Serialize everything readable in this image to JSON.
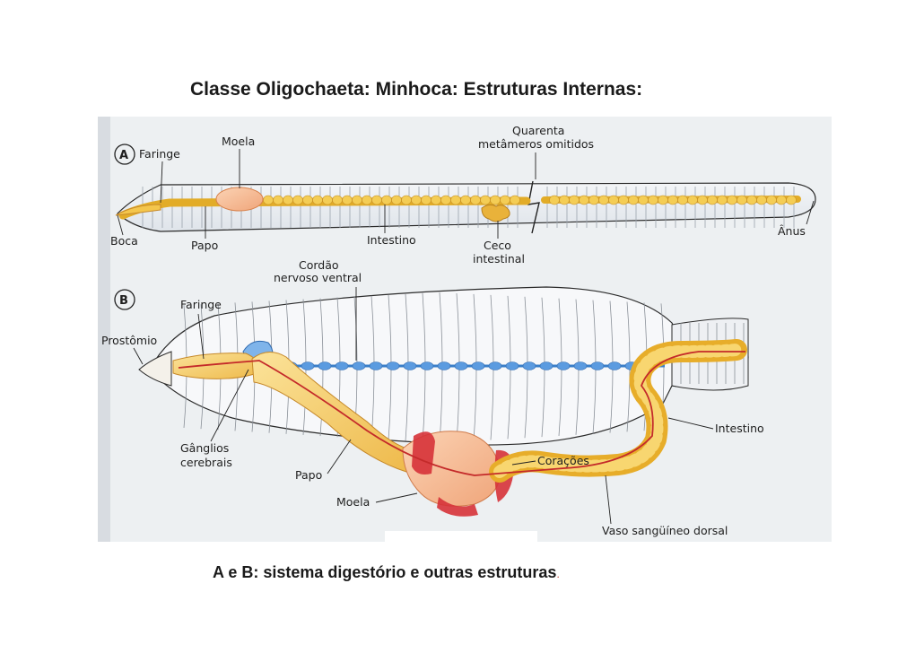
{
  "title": "Classe Oligochaeta: Minhoca: Estruturas Internas:",
  "caption": {
    "text": "A e B: sistema digestório e outras estruturas",
    "dot": "."
  },
  "panel_a": {
    "badge": "A",
    "labels": {
      "faringe": "Faringe",
      "moela": "Moela",
      "quarenta_1": "Quarenta",
      "quarenta_2": "metâmeros omitidos",
      "boca": "Boca",
      "papo": "Papo",
      "intestino": "Intestino",
      "ceco_1": "Ceco",
      "ceco_2": "intestinal",
      "anus": "Ânus"
    }
  },
  "panel_b": {
    "badge": "B",
    "labels": {
      "cordao_1": "Cordão",
      "cordao_2": "nervoso ventral",
      "faringe": "Faringe",
      "prostomio": "Prostômio",
      "ganglios_1": "Gânglios",
      "ganglios_2": "cerebrais",
      "papo": "Papo",
      "moela": "Moela",
      "coracoes": "Corações",
      "intestino": "Intestino",
      "vaso": "Vaso sangüíneo dorsal"
    }
  },
  "colors": {
    "gut": "#f2c23a",
    "gut_light": "#f8d866",
    "gizzard": "#f08a50",
    "nerve": "#4a90d9",
    "heart": "#d9323a",
    "background": "#eef1f3"
  }
}
